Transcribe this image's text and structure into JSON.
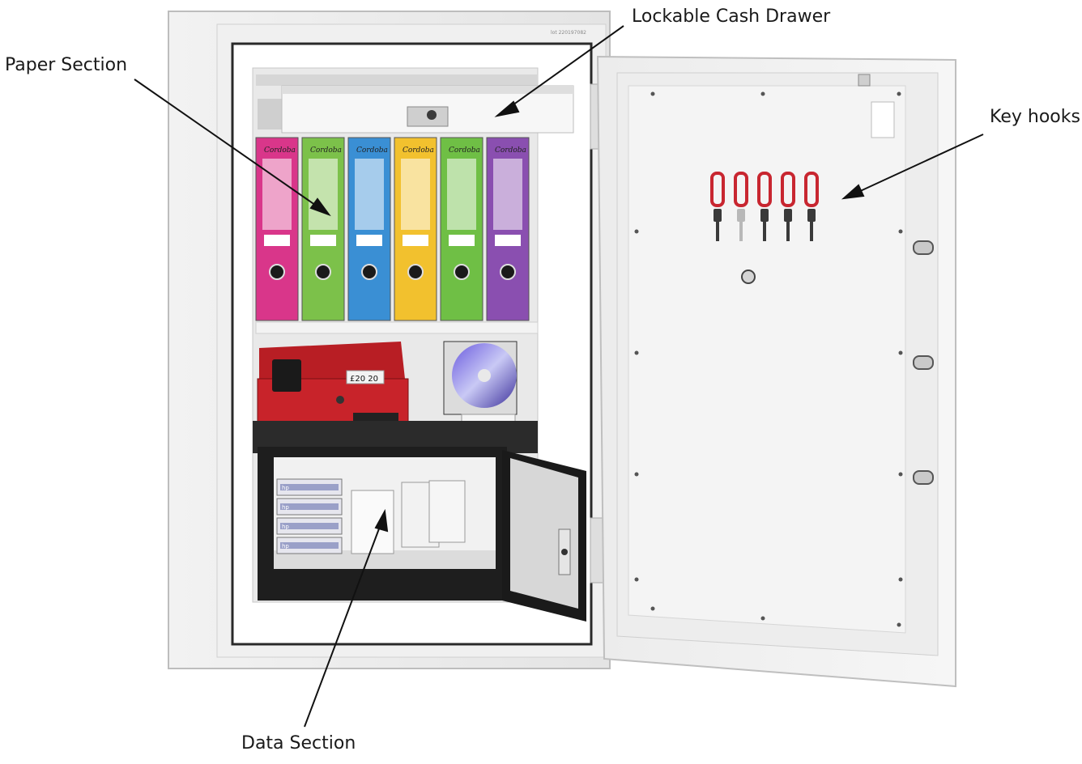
{
  "labels": {
    "cash_drawer": "Lockable Cash Drawer",
    "paper_section": "Paper Section",
    "key_hooks": "Key hooks",
    "data_section": "Data Section"
  },
  "binders": {
    "colors": [
      "#d9368a",
      "#7cc14a",
      "#3a8fd4",
      "#f2c12e",
      "#6fbf45",
      "#8a4fb0"
    ],
    "spine_text": [
      "Cordoba",
      "Cordoba",
      "Cordoba",
      "Cordoba",
      "Cordoba",
      "Cordoba"
    ]
  },
  "items": {
    "cash_box_label": "£20 20",
    "tapes_count": 4,
    "tape_brand": "hp"
  }
}
